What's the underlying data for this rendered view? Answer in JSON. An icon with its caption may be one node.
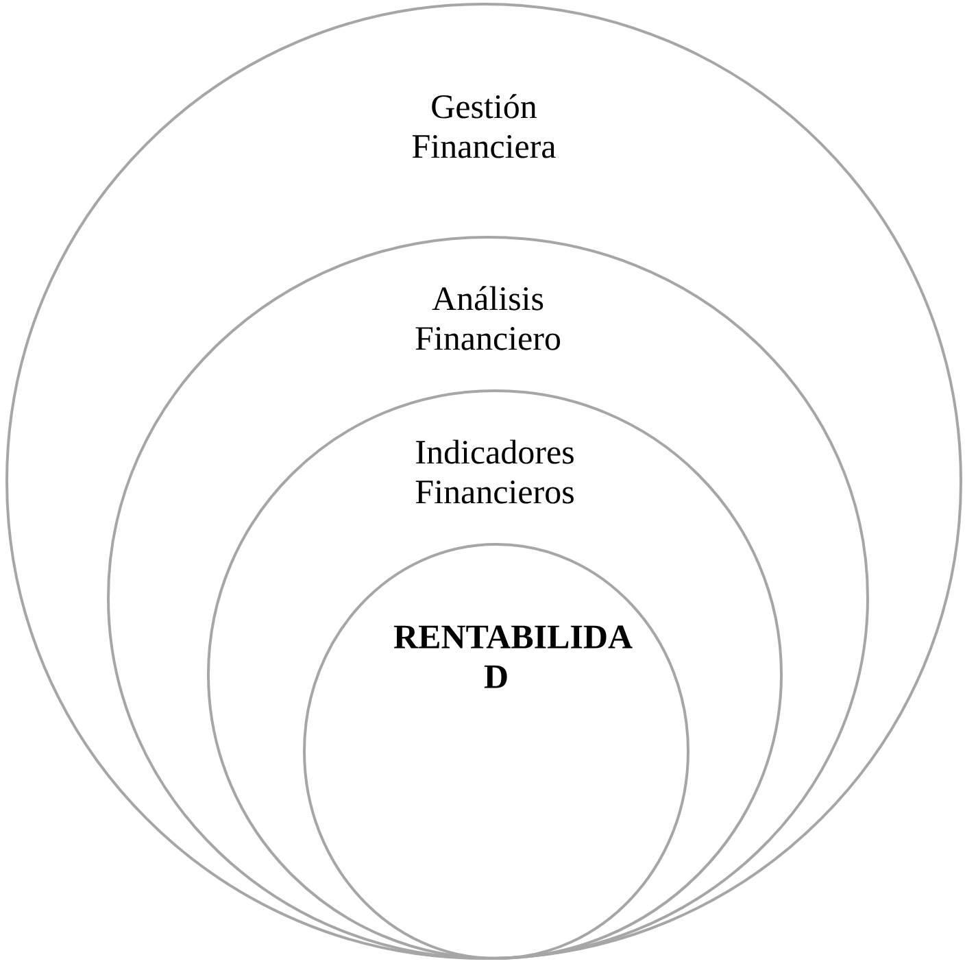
{
  "diagram": {
    "nodes": [
      {
        "text": [
          "Gestión Financiera"
        ]
      },
      {
        "text": [
          "Análisis Financiero"
        ],
        "in": 0
      },
      {
        "text": [
          "Indicadores Financieros"
        ],
        "in": 1
      },
      {
        "text": [
          "**RENTABILIDA D**"
        ],
        "in": 2
      }
    ]
  }
}
